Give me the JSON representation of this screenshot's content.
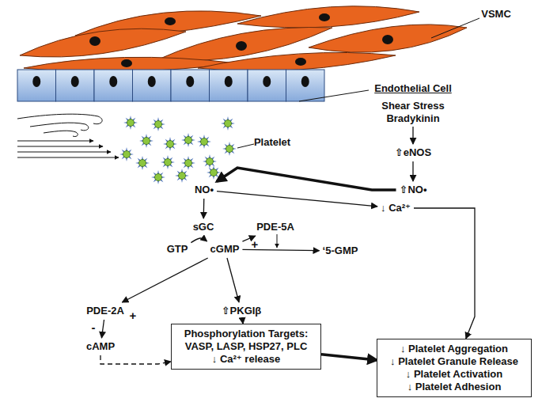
{
  "diagram": {
    "nodes": [
      {
        "text": [
          "Endothelial Cell",
          "Shear Stress",
          "Bradykinin"
        ]
      },
      {
        "text": [
          "⇧eNOS"
        ]
      },
      {
        "text": [
          "⇧NO•"
        ]
      },
      {
        "text": [
          "NO•"
        ]
      },
      {
        "text": [
          "↓ Ca²⁺"
        ]
      },
      {
        "text": [
          "sGC"
        ]
      },
      {
        "text": [
          "GTP"
        ]
      },
      {
        "text": [
          "cGMP"
        ]
      },
      {
        "text": [
          "PDE-5A"
        ]
      },
      {
        "text": [
          "‘5-GMP"
        ]
      },
      {
        "text": [
          "PDE-2A"
        ]
      },
      {
        "text": [
          "cAMP"
        ]
      },
      {
        "text": [
          "⇧PKGIβ"
        ]
      },
      {
        "text": [
          "Phosphorylation Targets:",
          "VASP, LASP, HSP27, PLC",
          "↓ Ca²⁺ release"
        ]
      },
      {
        "text": [
          "↓ Platelet Aggregation",
          "↓ Platelet Granule Release",
          "↓ Platelet Activation",
          "↓ Platelet Adhesion"
        ]
      }
    ],
    "edges": [
      {
        "from": 0,
        "to": 1,
        "arrow": "to"
      },
      {
        "from": 1,
        "to": 2,
        "arrow": "to"
      },
      {
        "from": 2,
        "to": 3,
        "arrow": "to"
      },
      {
        "from": 3,
        "to": 5,
        "arrow": "to"
      },
      {
        "from": 3,
        "to": 4,
        "arrow": "to"
      },
      {
        "from": 6,
        "to": 7,
        "arrow": "to"
      },
      {
        "from": 7,
        "to": 8,
        "label": "+",
        "arrow": "to"
      },
      {
        "from": 7,
        "to": 9,
        "arrow": "to"
      },
      {
        "from": 7,
        "to": 10,
        "label": "+",
        "arrow": "to"
      },
      {
        "from": 10,
        "to": 11,
        "label": "-",
        "arrow": "to"
      },
      {
        "from": 11,
        "to": 13,
        "arrow": "to"
      },
      {
        "from": 7,
        "to": 12,
        "arrow": "to"
      },
      {
        "from": 12,
        "to": 13,
        "arrow": "to"
      },
      {
        "from": 4,
        "to": 14,
        "arrow": "to"
      },
      {
        "from": 13,
        "to": 14,
        "arrow": "to"
      }
    ],
    "labels": [
      "VSMC",
      "Platelet"
    ]
  }
}
